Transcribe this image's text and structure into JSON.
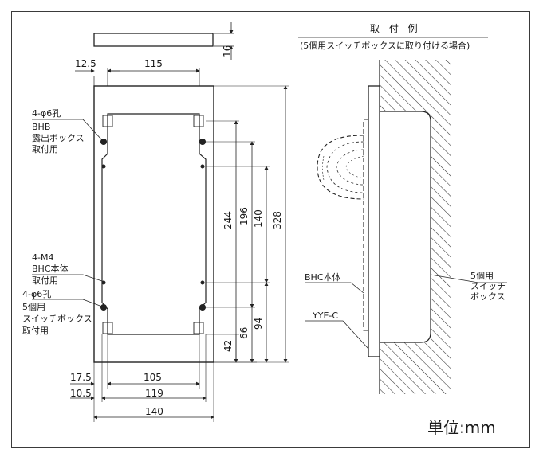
{
  "front_view": {
    "dims": {
      "top_thickness": "16",
      "left_offset": "12.5",
      "top_width": "115",
      "h244": "244",
      "h196": "196",
      "h140": "140",
      "h328": "328",
      "h94": "94",
      "h66": "66",
      "h42": "42",
      "b17_5": "17.5",
      "b105": "105",
      "b10_5": "10.5",
      "b119": "119",
      "b140": "140"
    },
    "labels": {
      "bhb_line1": "4-φ6孔",
      "bhb_line2": "BHB",
      "bhb_line3": "露出ボックス",
      "bhb_line4": "取付用",
      "m4_line1": "4-M4",
      "m4_line2": "BHC本体",
      "m4_line3": "取付用",
      "sw_line1": "4-φ6孔",
      "sw_line2": "5個用",
      "sw_line3": "スイッチボックス",
      "sw_line4": "取付用"
    }
  },
  "side_view": {
    "title": "取 付 例",
    "subtitle": "(5個用スイッチボックスに取り付ける場合)",
    "bhc_label": "BHC本体",
    "yye_label": "YYE-C",
    "box_line1": "5個用",
    "box_line2": "スイッチ",
    "box_line3": "ボックス"
  },
  "unit_label": "単位:mm"
}
